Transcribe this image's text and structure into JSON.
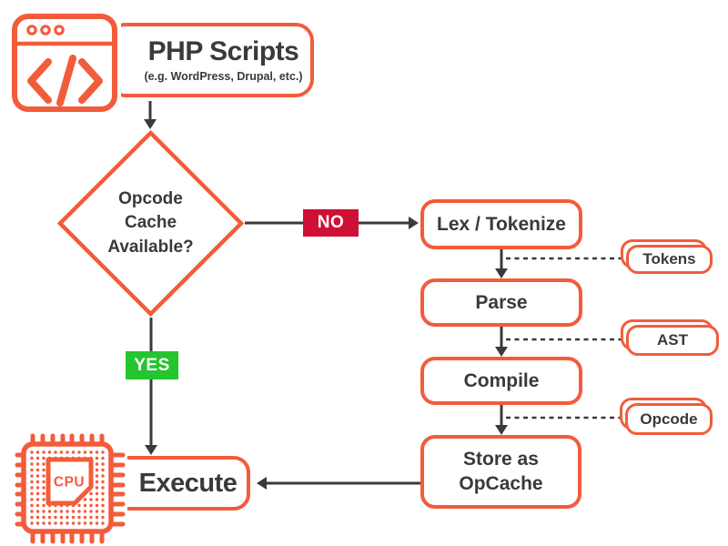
{
  "colors": {
    "accent": "#F25C3B",
    "ink": "#3A3A3C",
    "no_badge": "#D00F35",
    "yes_badge": "#25C52F"
  },
  "source_node": {
    "title": "PHP Scripts",
    "subtitle": "(e.g. WordPress, Drupal, etc.)",
    "icon": "code-browser-icon"
  },
  "decision_node": {
    "label": "Opcode\nCache\nAvailable?"
  },
  "branch_labels": {
    "no": "NO",
    "yes": "YES"
  },
  "pipeline_nodes": [
    {
      "label": "Lex / Tokenize"
    },
    {
      "label": "Parse"
    },
    {
      "label": "Compile"
    },
    {
      "label": "Store as\nOpCache"
    }
  ],
  "artifact_tags": [
    {
      "label": "Tokens"
    },
    {
      "label": "AST"
    },
    {
      "label": "Opcode"
    }
  ],
  "execute_node": {
    "label": "Execute",
    "chip_label": "CPU",
    "icon": "cpu-chip-icon"
  }
}
